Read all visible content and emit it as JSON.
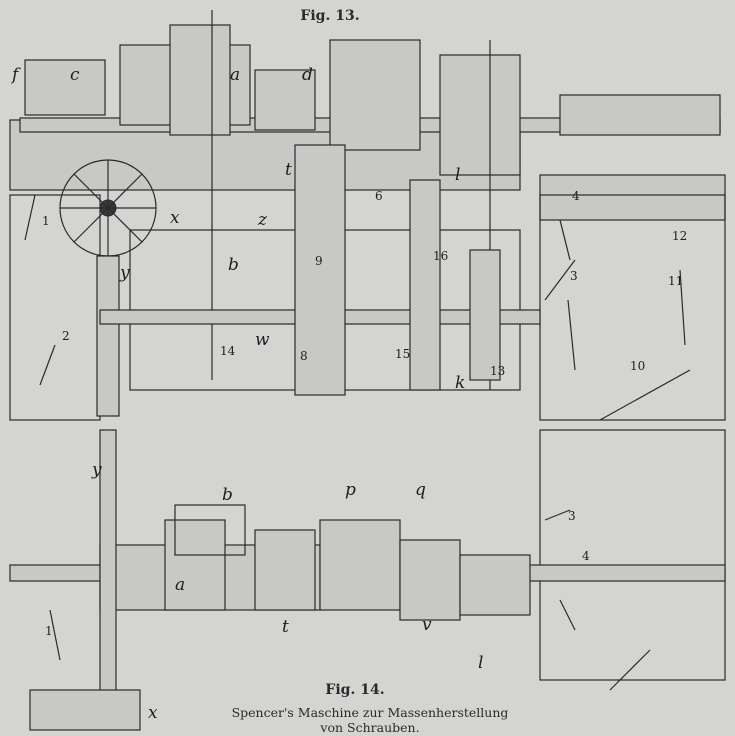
{
  "figure13": {
    "title": "Fig. 13.",
    "labels": {
      "f": "f",
      "c": "c",
      "a": "a",
      "d": "d",
      "t": "t",
      "l": "l",
      "n4": "4",
      "n1": "1",
      "x": "x",
      "z": "z",
      "n6": "6",
      "n9": "9",
      "n16": "16",
      "y": "y",
      "b": "b",
      "w": "w",
      "n14": "14",
      "n8": "8",
      "n15": "15",
      "k": "k",
      "n13": "13",
      "n2": "2",
      "n3": "3",
      "n12": "12",
      "n11": "11",
      "n10": "10"
    }
  },
  "figure14": {
    "title": "Fig. 14.",
    "caption_line1": "Spencer's Maschine zur Massenherstellung",
    "caption_line2": "von Schrauben.",
    "labels": {
      "y": "y",
      "b": "b",
      "p": "p",
      "q": "q",
      "a": "a",
      "t": "t",
      "v": "v",
      "l": "l",
      "n3": "3",
      "n4": "4",
      "n1": "1",
      "x": "x"
    }
  }
}
